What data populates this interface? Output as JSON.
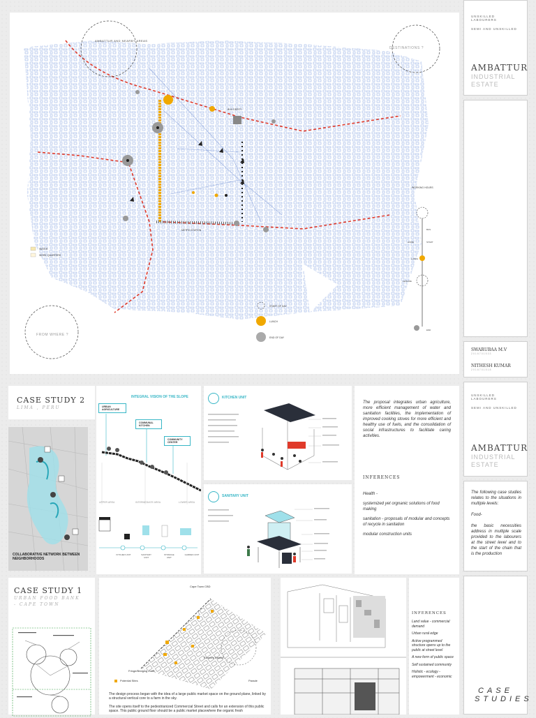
{
  "map": {
    "labels": {
      "ambattur_nearby": "AMBATTUR AND NEARBY AREAS",
      "destinations": "DESTINATIONS ?",
      "from_where": "FROM WHERE ?",
      "bus_depot": "BUS DEPOT",
      "metro_station": "METRO STATION",
      "water": "WATER",
      "work_quarters": "WORK QUARTERS",
      "start_of_day": "START OF DAY",
      "lunch": "LUNCH",
      "end_of_day": "END OF DAY"
    },
    "timeline": {
      "title": "WORKING HOURS",
      "items": [
        "BUS",
        "LUNCH",
        "LEISURE",
        "HOME",
        "START",
        "END"
      ]
    }
  },
  "sidebar_top": {
    "line1": "UNSKILLED LABOURERS",
    "line2": "SEMI AND UNSKILLED",
    "title": "AMBATTUR",
    "subtitle1": "INDUSTRIAL",
    "subtitle2": "ESTATE"
  },
  "authors": {
    "name1": "SWARUBAA M.V",
    "id1": "2016701533",
    "name2": "NITHESH KUMAR",
    "id2": "2016701518"
  },
  "sidebar_mid": {
    "line1": "UNSKILLED LABOURERS",
    "line2": "SEMI AND UNSKILLED",
    "title": "AMBATTUR",
    "subtitle1": "INDUSTRIAL",
    "subtitle2": "ESTATE",
    "para1": "The following case studies relates to the situations in multiple levels:",
    "para2": "Food-",
    "para3": "the basic necessities address in multiple scale provided to the labourers at the street level and to the start of the chain that is the production"
  },
  "case2": {
    "title": "CASE STUDY 2",
    "subtitle": "LIMA , PERU",
    "network_label": "COLLABORATIVE NETWORK BETWEEN NEIGHBORHOODS",
    "slope_title": "INTEGRAL VISION OF THE SLOPE",
    "urban_agri": "URBAN AGRICULTURE",
    "communal_kitchen": "COMMUNAL KITCHEN",
    "community_center": "COMMUNITY CENTER",
    "kitchen_unit": "KITCHEN UNIT",
    "sanitary_unit": "SANITARY UNIT",
    "upper_area": "UPPER AREA",
    "intermediate_area": "INTERMEDIATE AREA",
    "lower_area": "LOWER AREA",
    "modules": [
      "KITCHEN UNIT",
      "SANITARY UNIT",
      "STORAGE UNIT",
      "GARDEN UNIT"
    ],
    "proposal_text": "The proposal integrates urban agriculture, more efficient management of water and sanitation facilities, the implementation of improved cooking stoves for more efficient and healthy use of fuels, and the consolidation of social infrastructures to facilitate caring activities.",
    "inferences_title": "INFERENCES",
    "inf1": "Health -",
    "inf2": "systemized yet orgnanic solutions of food making",
    "inf3": "sanitation - proposals of modular and concepts of recycle in sanitation",
    "inf4": "modular construction units"
  },
  "case1": {
    "title": "CASE STUDY 1",
    "subtitle": "URBAN FOOD BANK - CAPE TOWN",
    "cape_town_cbd": "Cape Town CBD",
    "fringe_zone": "Fringe/Bridging Zone",
    "potential_sites": "Potential Sites",
    "parade": "Parade",
    "farmers_district": "Farmers District",
    "body1": "The design process began with the idea of a large public market space on the ground plane, linked by a structural vertical core to a farm in the sky.",
    "body2": "The site opens itself to the pedestrianized Commercial Street and calls for an extension of this public space. This public ground floor should be a public market placewhere the organic fresh",
    "inferences_title": "INFERENCES",
    "inf": [
      "Land value - commercial demand",
      "Urban rural edge",
      "Active programmed structure opens up to the public at street level",
      "A new form of public space",
      "Self sustained community",
      "Holistic - ecology - empowerment - economic"
    ]
  },
  "case_studies_label": "CASE STUDIES",
  "colors": {
    "orange": "#f0a800",
    "red": "#e03a2a",
    "blue": "#4a73c2",
    "teal": "#37b6c6",
    "grey": "#999999"
  }
}
